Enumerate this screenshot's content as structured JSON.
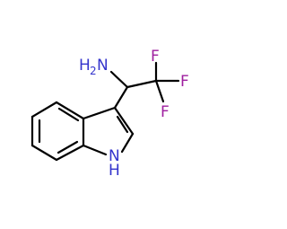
{
  "molecule": {
    "labels": {
      "amine_main": "H",
      "amine_sub": "2",
      "amine_n": "N",
      "f_top": "F",
      "f_right": "F",
      "f_bottom": "F",
      "indole_n": "N",
      "indole_h": "H"
    },
    "colors": {
      "bond": "#000000",
      "nitrogen": "#3333cc",
      "fluorine": "#9f1f9f"
    }
  }
}
